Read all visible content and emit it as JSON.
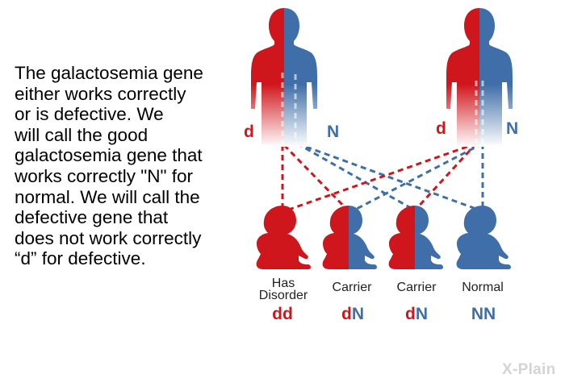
{
  "explanation_lines": [
    "The galactosemia gene",
    "either works correctly",
    "or is defective. We",
    "will call the good",
    "galactosemia gene that",
    "works correctly \"N\" for",
    "normal. We will call the",
    "defective gene that",
    "does not work correctly",
    "“d” for defective."
  ],
  "parents": [
    {
      "left_allele": "d",
      "right_allele": "N"
    },
    {
      "left_allele": "d",
      "right_allele": "N"
    }
  ],
  "children": [
    {
      "label_lines": [
        "Has",
        "Disorder"
      ],
      "genotype": [
        "d",
        "d"
      ]
    },
    {
      "label_lines": [
        "Carrier"
      ],
      "genotype": [
        "d",
        "N"
      ]
    },
    {
      "label_lines": [
        "Carrier"
      ],
      "genotype": [
        "d",
        "N"
      ]
    },
    {
      "label_lines": [
        "Normal"
      ],
      "genotype": [
        "N",
        "N"
      ]
    }
  ],
  "colors": {
    "defective": "#d0161d",
    "normal": "#3f6ea8"
  },
  "logo": "X-Plain",
  "icons": [
    "adult-silhouette-icon",
    "baby-silhouette-icon"
  ]
}
